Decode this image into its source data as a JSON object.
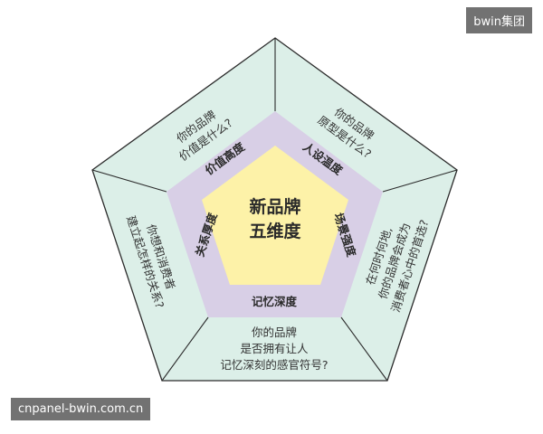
{
  "watermarks": {
    "top_right": "bwin集团",
    "bottom_left": "cnpanel-bwin.com.cn"
  },
  "center": {
    "line1": "新品牌",
    "line2": "五维度"
  },
  "dimensions": {
    "value": "价值高度",
    "persona": "人设温度",
    "scene": "场景强度",
    "memory": "记忆深度",
    "relation": "关系厚度"
  },
  "questions": {
    "value": [
      "你的品牌",
      "价值是什么?"
    ],
    "persona": [
      "你的品牌",
      "原型是什么?"
    ],
    "scene": [
      "在何时何地,",
      "你的品牌会成为",
      "消费者心中的首选?"
    ],
    "memory": [
      "你的品牌",
      "是否拥有让人",
      "记忆深刻的感官符号?"
    ],
    "relation": [
      "你想和消费者",
      "建立起怎样的关系?"
    ]
  },
  "colors": {
    "outer": "#dcefe8",
    "middle": "#d8cfe6",
    "inner": "#fdf2a8",
    "stroke": "#2b2b2b"
  }
}
